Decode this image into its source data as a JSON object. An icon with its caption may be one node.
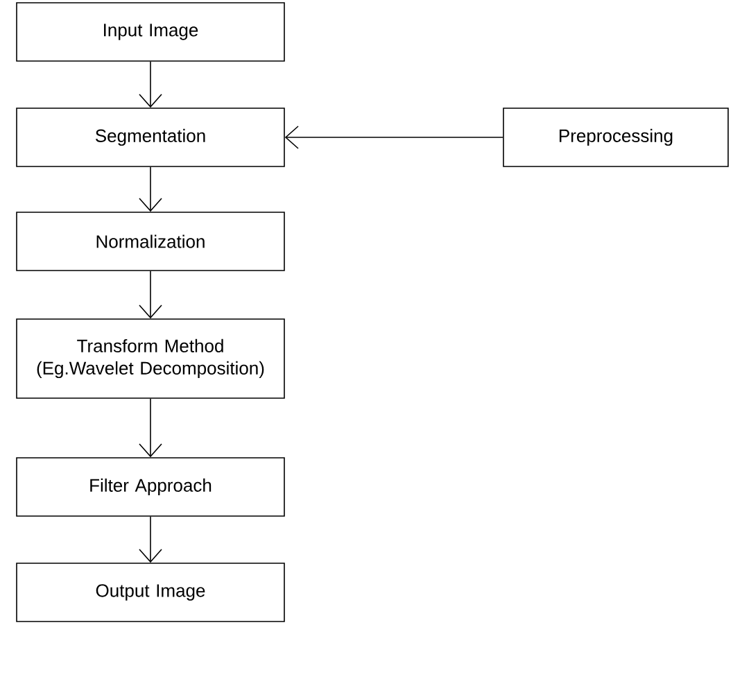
{
  "diagram": {
    "nodes": [
      {
        "text": [
          "Input Image"
        ]
      },
      {
        "text": [
          "Segmentation"
        ]
      },
      {
        "text": [
          "Preprocessing"
        ]
      },
      {
        "text": [
          "Normalization"
        ]
      },
      {
        "text": [
          "Transform Method (Eg.Wavelet Decomposition)"
        ]
      },
      {
        "text": [
          "Filter Approach"
        ]
      },
      {
        "text": [
          "Output Image"
        ]
      }
    ],
    "edges": [
      {
        "from": 0,
        "to": 1,
        "arrow": "to"
      },
      {
        "from": 2,
        "to": 1,
        "arrow": "to"
      },
      {
        "from": 1,
        "to": 3,
        "arrow": "to"
      },
      {
        "from": 3,
        "to": 4,
        "arrow": "to"
      },
      {
        "from": 4,
        "to": 5,
        "arrow": "to"
      },
      {
        "from": 5,
        "to": 6,
        "arrow": "to"
      }
    ]
  }
}
